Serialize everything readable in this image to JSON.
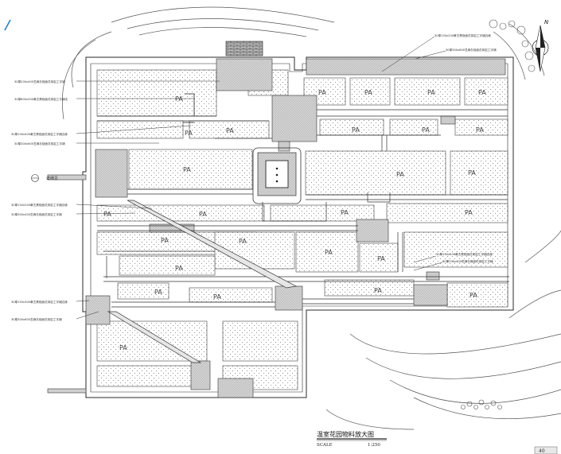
{
  "drawing": {
    "title": "温室花园物料放大图",
    "scale_label": "SCALE",
    "scale_value": "1:250",
    "page_number": "40",
    "north_label": "N",
    "area_label": "PA",
    "callout_label": "详细见"
  },
  "annotations": {
    "left": [
      "30厚200x400芝麻灰烧面花岗岩工字铺",
      "30厚600x300黄古黑烧面花岗岩工字铺法",
      "30厚100x400黄古黑烧面花岗岩工字铺边缘",
      "30厚300x600芝麻灰烧面花岗岩工字铺",
      "30厚150x200黄古黑烧面花岗岩工字铺边缘",
      "30厚300x400芝麻灰烧面花岗岩工字铺",
      "30厚150x300黄古黑烧面花岗岩工字铺边缘",
      "30厚300x600芝麻灰烧面花岗岩工字铺"
    ],
    "top_right": [
      "30厚150x200黄古黑烧面花岗岩工字铺边缘",
      "30厚300x600芝麻灰烧面花岗岩工字铺"
    ],
    "mid_right": [
      "30厚150x200黄古黑烧面花岗岩工字铺边缘",
      "30厚200x400芝麻灰烧面花岗岩工字铺"
    ]
  },
  "colors": {
    "line": "#2a2a2a",
    "paving_fill": "#d9d9d9",
    "accent": "#2d7fb8"
  }
}
